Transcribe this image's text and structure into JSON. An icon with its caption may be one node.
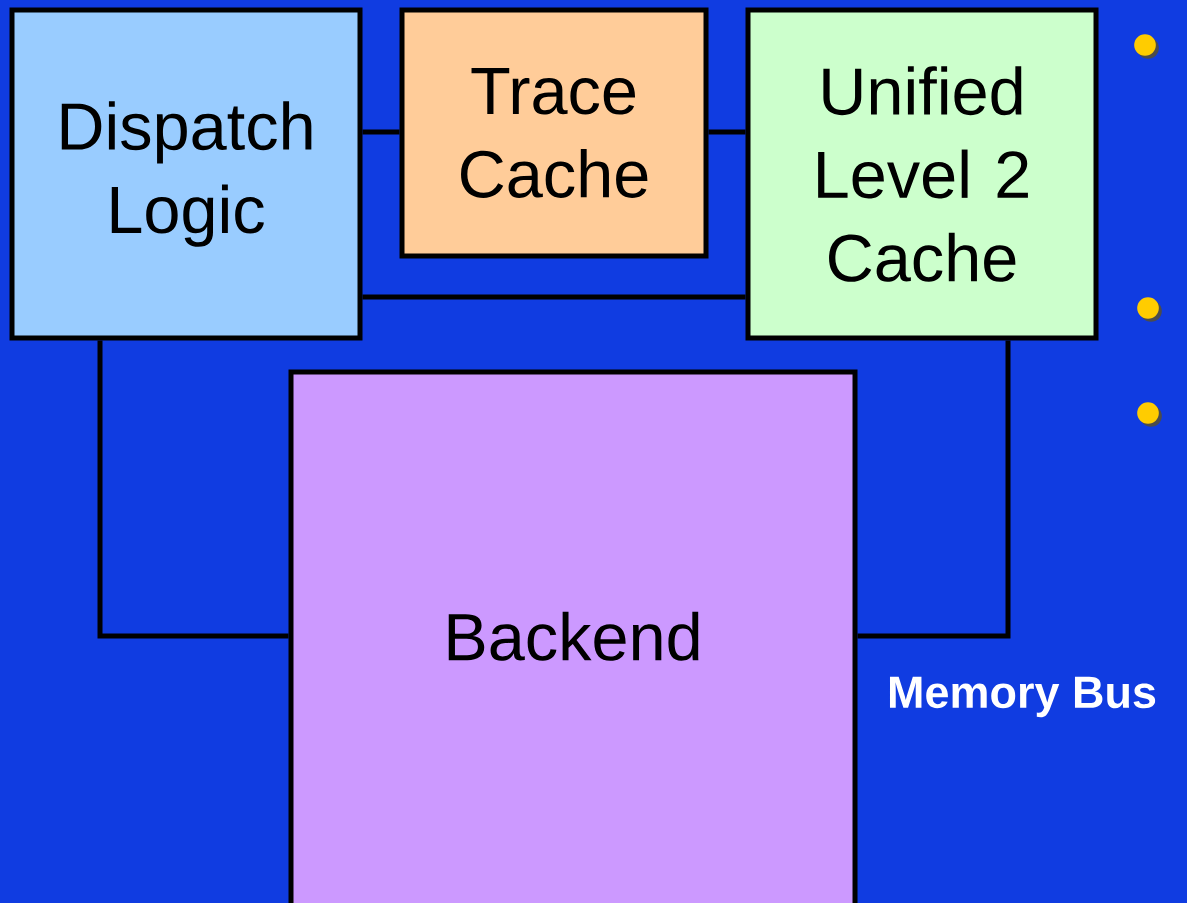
{
  "diagram": {
    "nodes": [
      {
        "text": [
          "Dispatch Logic"
        ]
      },
      {
        "text": [
          "Trace Cache"
        ]
      },
      {
        "text": [
          "Unified Level 2 Cache"
        ]
      },
      {
        "text": [
          "Backend"
        ]
      }
    ],
    "edges": [
      {
        "from": 0,
        "to": 1,
        "arrow": "none"
      },
      {
        "from": 1,
        "to": 2,
        "arrow": "none"
      },
      {
        "from": 0,
        "to": 2,
        "arrow": "none"
      },
      {
        "from": 0,
        "to": 3,
        "arrow": "none"
      },
      {
        "from": 2,
        "to": 3,
        "arrow": "none"
      }
    ],
    "labels": [
      "Memory Bus"
    ]
  }
}
